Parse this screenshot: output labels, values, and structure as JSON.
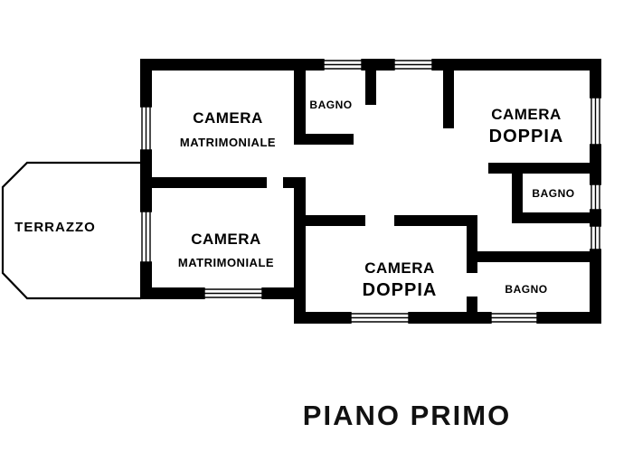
{
  "title": {
    "text": "PIANO PRIMO"
  },
  "rooms": {
    "terrazzo": {
      "label": "TERRAZZO"
    },
    "camera_matrimoniale_top": {
      "line1": "CAMERA",
      "line2": "MATRIMONIALE"
    },
    "bagno_top": {
      "label": "BAGNO"
    },
    "camera_doppia_top": {
      "line1": "CAMERA",
      "line2": "DOPPIA"
    },
    "bagno_middle": {
      "label": "BAGNO"
    },
    "camera_matrimoniale_bottom": {
      "line1": "CAMERA",
      "line2": "MATRIMONIALE"
    },
    "camera_doppia_bottom": {
      "line1": "CAMERA",
      "line2": "DOPPIA"
    },
    "bagno_bottom": {
      "label": "BAGNO"
    }
  },
  "colors": {
    "wall": "#000000",
    "background": "#ffffff",
    "text": "#000000"
  }
}
